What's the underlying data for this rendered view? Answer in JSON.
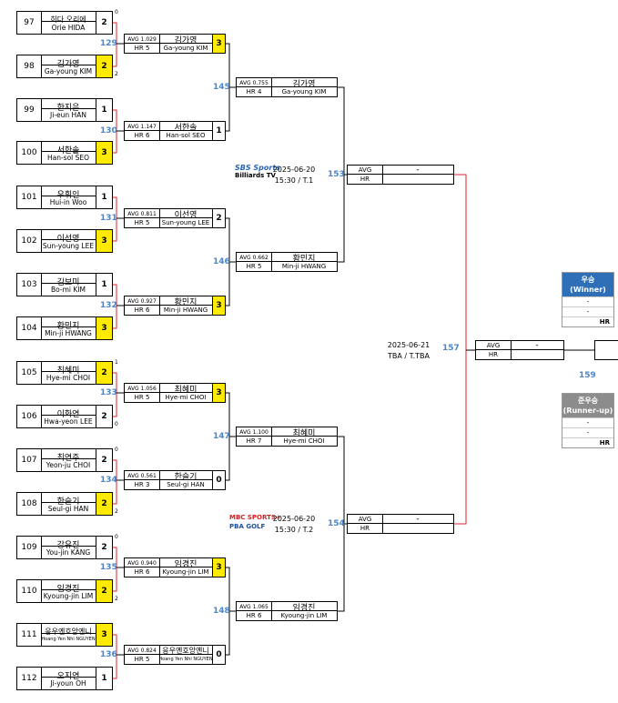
{
  "round1": [
    {
      "num": "97",
      "ko": "히다 오리에",
      "en": "Orie HIDA",
      "score": "2",
      "win": false,
      "set": "0"
    },
    {
      "num": "98",
      "ko": "김가영",
      "en": "Ga-young KIM",
      "score": "2",
      "win": true,
      "set": "2"
    },
    {
      "num": "99",
      "ko": "한지은",
      "en": "Ji-eun HAN",
      "score": "1",
      "win": false,
      "set": ""
    },
    {
      "num": "100",
      "ko": "서한솔",
      "en": "Han-sol SEO",
      "score": "3",
      "win": true,
      "set": ""
    },
    {
      "num": "101",
      "ko": "우휘인",
      "en": "Hui-in Woo",
      "score": "1",
      "win": false,
      "set": ""
    },
    {
      "num": "102",
      "ko": "이선영",
      "en": "Sun-young LEE",
      "score": "3",
      "win": true,
      "set": ""
    },
    {
      "num": "103",
      "ko": "김보미",
      "en": "Bo-mi KIM",
      "score": "1",
      "win": false,
      "set": ""
    },
    {
      "num": "104",
      "ko": "황민지",
      "en": "Min-ji HWANG",
      "score": "3",
      "win": true,
      "set": ""
    },
    {
      "num": "105",
      "ko": "최혜미",
      "en": "Hye-mi CHOI",
      "score": "2",
      "win": true,
      "set": "1"
    },
    {
      "num": "106",
      "ko": "이화연",
      "en": "Hwa-yeon LEE",
      "score": "2",
      "win": false,
      "set": "0"
    },
    {
      "num": "107",
      "ko": "최연주",
      "en": "Yeon-ju CHOI",
      "score": "2",
      "win": false,
      "set": "0"
    },
    {
      "num": "108",
      "ko": "한슬기",
      "en": "Seul-gi HAN",
      "score": "2",
      "win": true,
      "set": "2"
    },
    {
      "num": "109",
      "ko": "강유진",
      "en": "You-jin KANG",
      "score": "2",
      "win": false,
      "set": "0"
    },
    {
      "num": "110",
      "ko": "임경진",
      "en": "Kyoung-jin LIM",
      "score": "2",
      "win": true,
      "set": "2"
    },
    {
      "num": "111",
      "ko": "응우옌호앙옌니",
      "en": "Hoang Yen Nhi NGUYEN",
      "score": "3",
      "win": true,
      "set": ""
    },
    {
      "num": "112",
      "ko": "오지연",
      "en": "Ji-youn OH",
      "score": "1",
      "win": false,
      "set": ""
    }
  ],
  "round2": [
    {
      "match": "129",
      "avg": "AVG 1.029",
      "hr": "HR 5",
      "ko": "김가영",
      "en": "Ga-young KIM",
      "score": "3",
      "win": true
    },
    {
      "match": "130",
      "avg": "AVG 1.147",
      "hr": "HR 6",
      "ko": "서한솔",
      "en": "Han-sol SEO",
      "score": "1",
      "win": false
    },
    {
      "match": "131",
      "avg": "AVG 0.811",
      "hr": "HR 5",
      "ko": "이선영",
      "en": "Sun-young LEE",
      "score": "2",
      "win": false
    },
    {
      "match": "132",
      "avg": "AVG 0.927",
      "hr": "HR 6",
      "ko": "황민지",
      "en": "Min-ji HWANG",
      "score": "3",
      "win": true
    },
    {
      "match": "133",
      "avg": "AVG 1.056",
      "hr": "HR 5",
      "ko": "최혜미",
      "en": "Hye-mi CHOI",
      "score": "3",
      "win": true
    },
    {
      "match": "134",
      "avg": "AVG 0.561",
      "hr": "HR 3",
      "ko": "한슬기",
      "en": "Seul-gi HAN",
      "score": "0",
      "win": false
    },
    {
      "match": "135",
      "avg": "AVG 0.940",
      "hr": "HR 6",
      "ko": "임경진",
      "en": "Kyoung-jin LIM",
      "score": "3",
      "win": true
    },
    {
      "match": "136",
      "avg": "AVG 0.824",
      "hr": "HR 5",
      "ko": "응우옌호앙옌니",
      "en": "Hoang Yen Nhi NGUYEN",
      "score": "0",
      "win": false
    }
  ],
  "round3": [
    {
      "match": "145",
      "avg": "AVG 0.755",
      "hr": "HR 4",
      "ko": "김가영",
      "en": "Ga-young KIM"
    },
    {
      "match": "146",
      "avg": "AVG 0.662",
      "hr": "HR 5",
      "ko": "황민지",
      "en": "Min-ji HWANG"
    },
    {
      "match": "147",
      "avg": "AVG 1.100",
      "hr": "HR 7",
      "ko": "최혜미",
      "en": "Hye-mi CHOI"
    },
    {
      "match": "148",
      "avg": "AVG 1.065",
      "hr": "HR 6",
      "ko": "임경진",
      "en": "Kyoung-jin LIM"
    }
  ],
  "semis": [
    {
      "match": "153",
      "avg": "AVG",
      "hr": "HR",
      "val": "-"
    },
    {
      "match": "154",
      "avg": "AVG",
      "hr": "HR",
      "val": "-"
    }
  ],
  "final": {
    "match": "157",
    "avg": "AVG",
    "hr": "HR",
    "val": "-",
    "third_match": "159"
  },
  "schedule": {
    "top": {
      "date": "2025-06-20",
      "slot": "15:30 / T.1",
      "broadcaster_line1": "SBS Sports",
      "broadcaster_line2": "Billiards TV"
    },
    "bottom": {
      "date": "2025-06-20",
      "slot": "15:30 / T.2",
      "broadcaster_line1": "MBC SPORTS+",
      "broadcaster_line2": "PBA GOLF"
    },
    "final": {
      "date": "2025-06-21",
      "slot": "TBA / T.TBA"
    }
  },
  "winner": {
    "title": "우승",
    "subtitle": "(Winner)",
    "rows": [
      "-",
      "-"
    ],
    "hr": "HR",
    "color": "#2e6fb8"
  },
  "runner": {
    "title": "준우승",
    "subtitle": "(Runner-up)",
    "rows": [
      "-",
      "-"
    ],
    "hr": "HR",
    "color": "#8c8c8c"
  },
  "colors": {
    "win": "#ffeb00",
    "line": "#e0242b",
    "match_num": "#4a86c8"
  }
}
